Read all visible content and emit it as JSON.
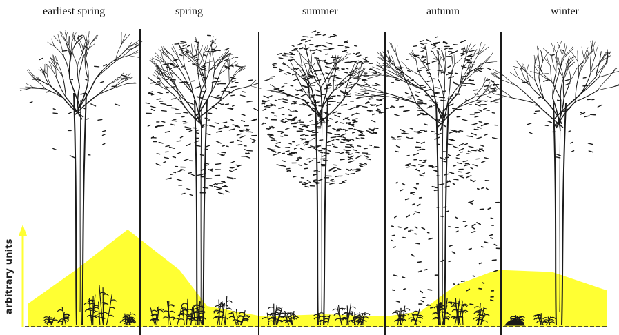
{
  "seasons": [
    {
      "label": "earliest spring"
    },
    {
      "label": "spring"
    },
    {
      "label": "summer"
    },
    {
      "label": "autumn"
    },
    {
      "label": "winter"
    }
  ],
  "y_axis": {
    "label": "arbitrary units"
  },
  "colors": {
    "light_area": "#ffff33",
    "axis": "#ffff33",
    "ink": "#1a1a1a",
    "background": "#ffffff"
  },
  "light_curve_levels": [
    0.22,
    0.55,
    0.94,
    0.55,
    0.2,
    0.1,
    0.12,
    0.1,
    0.15,
    0.4,
    0.55,
    0.53,
    0.35
  ]
}
